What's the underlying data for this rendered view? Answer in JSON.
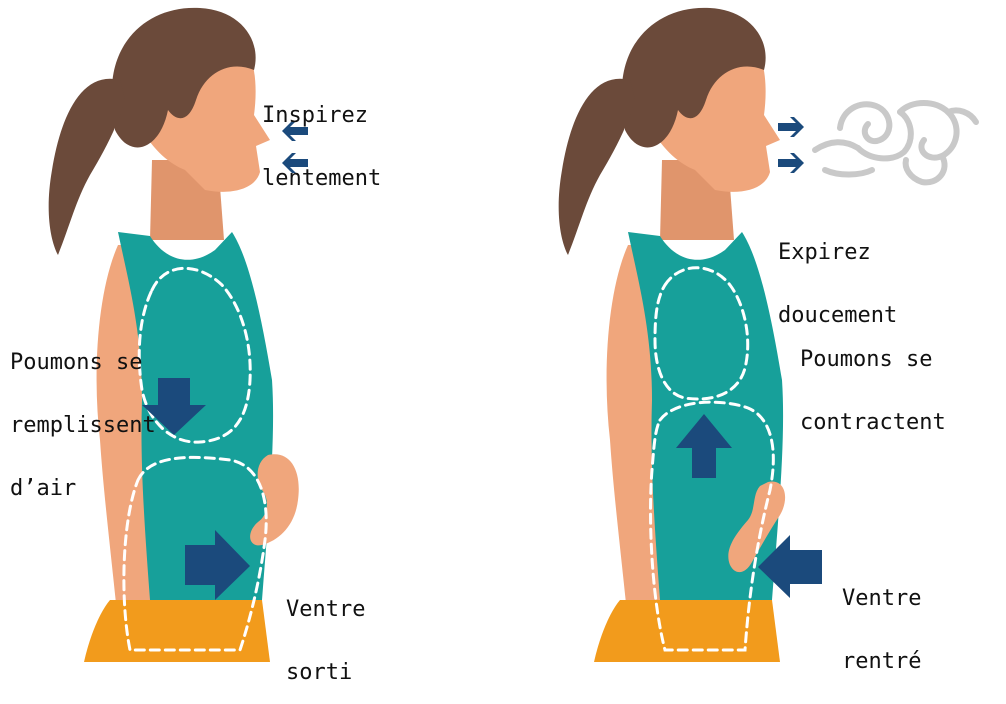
{
  "colors": {
    "skin": "#f0a67c",
    "skin_shadow": "#e0956c",
    "hair": "#6b4a3a",
    "top": "#17a09a",
    "top_dark": "#12887f",
    "shorts": "#f29b1c",
    "arrow": "#1b4a7c",
    "dash": "#ffffff",
    "cloud": "#c9c9c9",
    "text": "#111111"
  },
  "panels": [
    {
      "id": "inhale",
      "breath_label": [
        "Inspirez",
        "lentement"
      ],
      "lungs_label": [
        "Poumons se",
        "remplissent",
        "d’air"
      ],
      "belly_label": [
        "Ventre",
        "sorti"
      ],
      "breath_arrows": "left",
      "lung_arrow": "down",
      "belly_arrow": "right"
    },
    {
      "id": "exhale",
      "breath_label": [
        "Expirez",
        "doucement"
      ],
      "lungs_label": [
        "Poumons se",
        "contractent"
      ],
      "belly_label": [
        "Ventre",
        "rentré"
      ],
      "breath_arrows": "right",
      "lung_arrow": "up",
      "belly_arrow": "left"
    }
  ]
}
